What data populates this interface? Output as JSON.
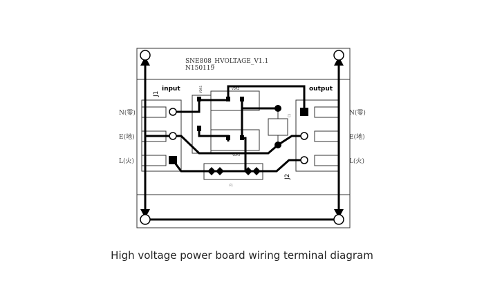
{
  "board": {
    "model": "SNE808_HVOLTAGE_V1.1",
    "code": "N150119",
    "input_label": "input",
    "output_label": "output",
    "j1": "J1",
    "j2": "J2",
    "vdr1": "VDR1",
    "vdr2": "VDR2",
    "vdr3": "VDR3",
    "c1": "C1",
    "f1": "F1"
  },
  "terminals_left": [
    "N(零)",
    "E(地)",
    "L(火)"
  ],
  "terminals_right": [
    "N(零)",
    "E(地)",
    "L(火)"
  ],
  "caption": "High voltage power board wiring terminal diagram"
}
